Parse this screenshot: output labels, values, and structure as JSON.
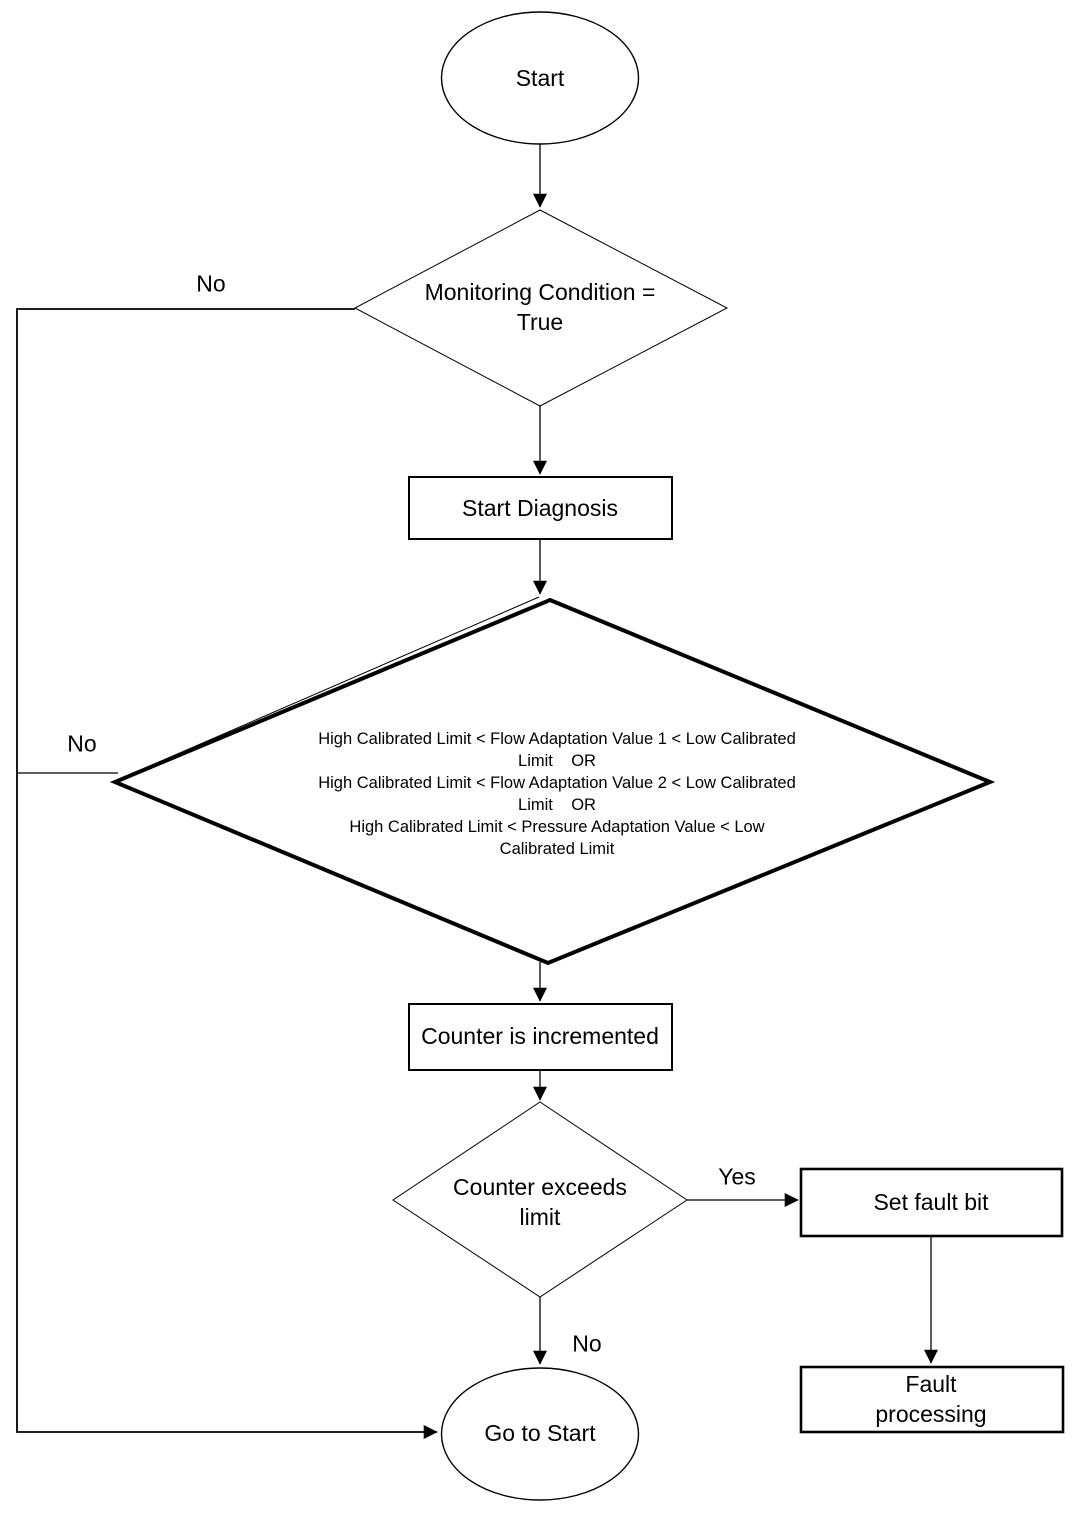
{
  "diagram": {
    "type": "flowchart",
    "colors": {
      "background": "#ffffff",
      "stroke": "#000000",
      "text": "#000000"
    },
    "nodes": {
      "start": {
        "type": "terminator",
        "label": "Start"
      },
      "monitoring_condition": {
        "type": "decision",
        "label": "Monitoring Condition =\nTrue"
      },
      "start_diagnosis": {
        "type": "process",
        "label": "Start Diagnosis"
      },
      "adaptation_check": {
        "type": "decision",
        "label": "High Calibrated Limit < Flow Adaptation Value 1 < Low Calibrated\nLimit    OR\nHigh Calibrated Limit < Flow Adaptation Value 2 < Low Calibrated\nLimit    OR\nHigh Calibrated Limit < Pressure Adaptation Value < Low\nCalibrated Limit"
      },
      "counter_incremented": {
        "type": "process",
        "label": "Counter is incremented"
      },
      "counter_exceeds": {
        "type": "decision",
        "label": "Counter exceeds\nlimit"
      },
      "set_fault_bit": {
        "type": "process",
        "label": "Set fault bit"
      },
      "fault_processing": {
        "type": "process",
        "label": "Fault processing"
      },
      "go_to_start": {
        "type": "terminator",
        "label": "Go to Start"
      }
    },
    "edge_labels": {
      "monitoring_no": "No",
      "adaptation_no": "No",
      "counter_yes": "Yes",
      "counter_no": "No"
    }
  }
}
